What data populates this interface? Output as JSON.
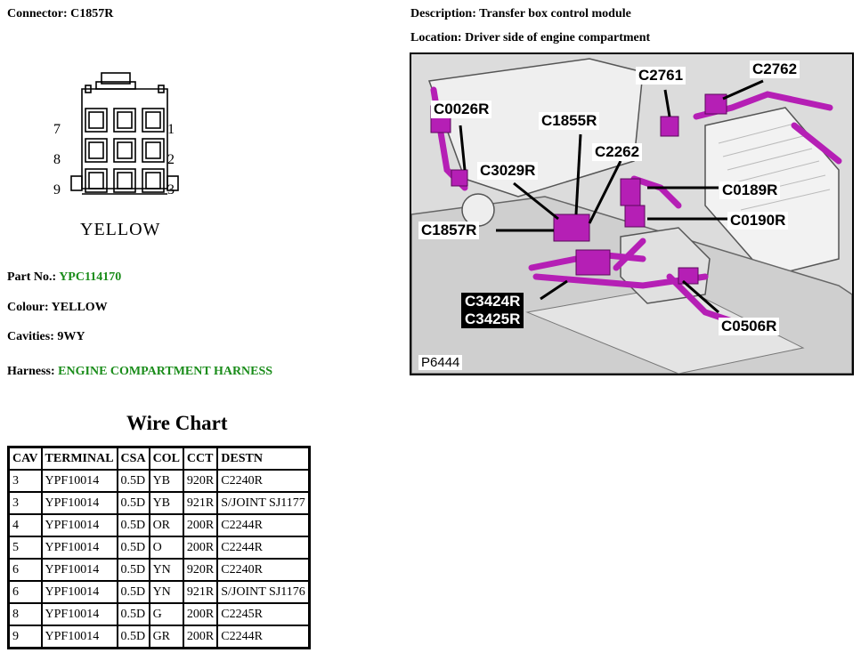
{
  "connector": {
    "label": "Connector:",
    "value": "C1857R",
    "pin_labels_left": [
      "7",
      "8",
      "9"
    ],
    "pin_labels_right": [
      "1",
      "2",
      "3"
    ],
    "drawing_colour_text": "YELLOW"
  },
  "description": {
    "label": "Description:",
    "value": "Transfer box control module"
  },
  "location": {
    "label": "Location:",
    "value": "Driver side of engine compartment"
  },
  "part_no": {
    "label": "Part No.:",
    "value": "YPC114170"
  },
  "colour": {
    "label": "Colour:",
    "value": "YELLOW"
  },
  "cavities": {
    "label": "Cavities:",
    "value": "9WY"
  },
  "harness": {
    "label": "Harness:",
    "value": "ENGINE COMPARTMENT HARNESS"
  },
  "photo": {
    "id": "P6444",
    "callouts": [
      "C0026R",
      "C2761",
      "C2762",
      "C1855R",
      "C2262",
      "C3029R",
      "C0189R",
      "C0190R",
      "C1857R",
      "C3424R",
      "C3425R",
      "C0506R"
    ]
  },
  "colors": {
    "highlight": "#b51fb5",
    "green_text": "#1a8c1a"
  },
  "wire_chart": {
    "title": "Wire Chart",
    "headers": [
      "CAV",
      "TERMINAL",
      "CSA",
      "COL",
      "CCT",
      "DESTN"
    ],
    "rows": [
      [
        "3",
        "YPF10014",
        "0.5D",
        "YB",
        "920R",
        "C2240R"
      ],
      [
        "3",
        "YPF10014",
        "0.5D",
        "YB",
        "921R",
        "S/JOINT SJ1177"
      ],
      [
        "4",
        "YPF10014",
        "0.5D",
        "OR",
        "200R",
        "C2244R"
      ],
      [
        "5",
        "YPF10014",
        "0.5D",
        "O",
        "200R",
        "C2244R"
      ],
      [
        "6",
        "YPF10014",
        "0.5D",
        "YN",
        "920R",
        "C2240R"
      ],
      [
        "6",
        "YPF10014",
        "0.5D",
        "YN",
        "921R",
        "S/JOINT SJ1176"
      ],
      [
        "8",
        "YPF10014",
        "0.5D",
        "G",
        "200R",
        "C2245R"
      ],
      [
        "9",
        "YPF10014",
        "0.5D",
        "GR",
        "200R",
        "C2244R"
      ]
    ]
  }
}
